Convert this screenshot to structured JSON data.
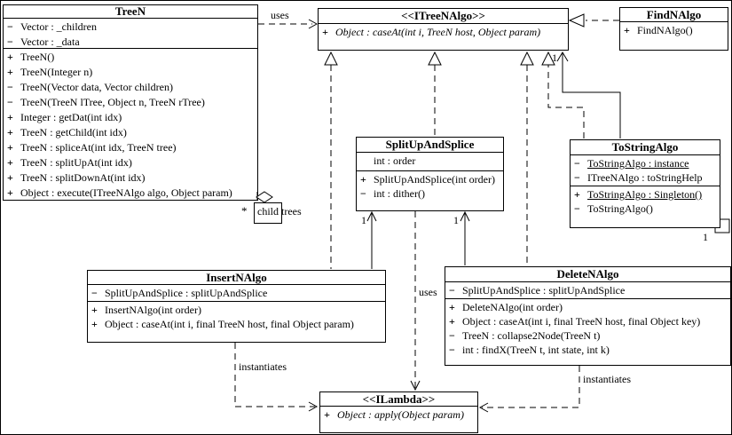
{
  "classes": {
    "treen": {
      "title": "TreeN",
      "attributes": [
        {
          "vis": "−",
          "text": "Vector : _children"
        },
        {
          "vis": "−",
          "text": "Vector : _data"
        }
      ],
      "methods": [
        {
          "vis": "+",
          "text": "TreeN()"
        },
        {
          "vis": "+",
          "text": "TreeN(Integer n)"
        },
        {
          "vis": "−",
          "text": "TreeN(Vector data, Vector children)"
        },
        {
          "vis": "−",
          "text": "TreeN(TreeN lTree, Object n, TreeN rTree)"
        },
        {
          "vis": "+",
          "text": "Integer : getDat(int idx)"
        },
        {
          "vis": "+",
          "text": "TreeN : getChild(int idx)"
        },
        {
          "vis": "+",
          "text": "TreeN : spliceAt(int idx, TreeN tree)"
        },
        {
          "vis": "+",
          "text": "TreeN : splitUpAt(int idx)"
        },
        {
          "vis": "+",
          "text": "TreeN : splitDownAt(int idx)"
        },
        {
          "vis": "+",
          "text": "Object : execute(ITreeNAlgo algo, Object param)"
        }
      ]
    },
    "itreenalgo": {
      "title": "<<ITreeNAlgo>>",
      "methods": [
        {
          "vis": "+",
          "text": "Object : caseAt(int i, TreeN host, Object param)"
        }
      ]
    },
    "findnalgo": {
      "title": "FindNAlgo",
      "methods": [
        {
          "vis": "+",
          "text": "FindNAlgo()"
        }
      ]
    },
    "splitupandsplice": {
      "title": "SplitUpAndSplice",
      "attributes": [
        {
          "vis": "",
          "text": "int : order"
        }
      ],
      "methods": [
        {
          "vis": "+",
          "text": "SplitUpAndSplice(int order)"
        },
        {
          "vis": "−",
          "text": "int : dither()"
        }
      ]
    },
    "tostringalgo": {
      "title": "ToStringAlgo",
      "attributes": [
        {
          "vis": "−",
          "text": "ToStringAlgo : instance"
        },
        {
          "vis": "−",
          "text": "ITreeNAlgo : toStringHelp"
        }
      ],
      "methods": [
        {
          "vis": "+",
          "text": "ToStringAlgo : Singleton()"
        },
        {
          "vis": "−",
          "text": "ToStringAlgo()"
        }
      ]
    },
    "insertnalgo": {
      "title": "InsertNAlgo",
      "attributes": [
        {
          "vis": "−",
          "text": "SplitUpAndSplice : splitUpAndSplice"
        }
      ],
      "methods": [
        {
          "vis": "+",
          "text": "InsertNAlgo(int order)"
        },
        {
          "vis": "+",
          "text": "Object : caseAt(int i, final TreeN host, final Object param)"
        }
      ]
    },
    "deletenalgo": {
      "title": "DeleteNAlgo",
      "attributes": [
        {
          "vis": "−",
          "text": "SplitUpAndSplice : splitUpAndSplice"
        }
      ],
      "methods": [
        {
          "vis": "+",
          "text": "DeleteNAlgo(int order)"
        },
        {
          "vis": "+",
          "text": "Object : caseAt(int i, final TreeN host, final Object key)"
        },
        {
          "vis": "−",
          "text": "TreeN : collapse2Node(TreeN t)"
        },
        {
          "vis": "−",
          "text": "int : findX(TreeN t, int state, int k)"
        }
      ]
    },
    "ilambda": {
      "title": "<<ILambda>>",
      "methods": [
        {
          "vis": "+",
          "text": "Object : apply(Object param)"
        }
      ]
    }
  },
  "labels": {
    "uses_top": "uses",
    "uses_mid": "uses",
    "instantiates_left": "instantiates",
    "instantiates_right": "instantiates",
    "mult_child_star": "*",
    "child_qualifier": "child",
    "child_role": "trees",
    "mult_tostring_itreenalgo": "1",
    "mult_insert_sus": "1",
    "mult_delete_sus": "1",
    "mult_tostring_self": "1"
  }
}
